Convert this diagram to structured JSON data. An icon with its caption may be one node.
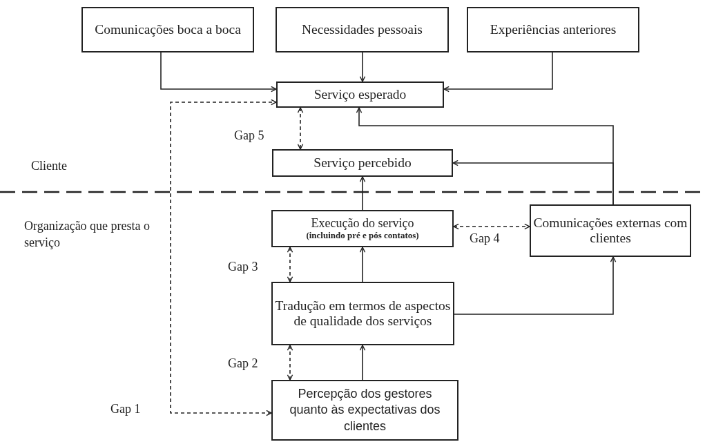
{
  "diagram": {
    "nodes": [
      {
        "text": [
          "Comunicações boca a boca"
        ]
      },
      {
        "text": [
          "Necessidades pessoais"
        ]
      },
      {
        "text": [
          "Experiências anteriores"
        ]
      },
      {
        "text": [
          "Serviço esperado"
        ]
      },
      {
        "text": [
          "Serviço percebido"
        ]
      },
      {
        "text": [
          "Execução do serviço",
          "(incluindo pré e pós contatos)"
        ]
      },
      {
        "text": [
          "Comunicações externas com clientes"
        ]
      },
      {
        "text": [
          "Tradução em termos de aspectos de qualidade dos serviços"
        ]
      },
      {
        "text": [
          "Percepção dos gestores quanto às expectativas dos clientes"
        ]
      }
    ],
    "edges": [
      {
        "from": 0,
        "to": 3,
        "arrow": "to"
      },
      {
        "from": 1,
        "to": 3,
        "arrow": "to"
      },
      {
        "from": 2,
        "to": 3,
        "arrow": "to"
      },
      {
        "from": 6,
        "to": 3,
        "arrow": "to"
      },
      {
        "from": 6,
        "to": 4,
        "arrow": "to"
      },
      {
        "from": 8,
        "to": 3,
        "arrow": "both",
        "style": "dashed",
        "label": "Gap 1"
      },
      {
        "from": 3,
        "to": 4,
        "arrow": "both",
        "style": "dashed",
        "label": "Gap 5"
      },
      {
        "from": 5,
        "to": 4,
        "arrow": "to"
      },
      {
        "from": 5,
        "to": 6,
        "arrow": "both",
        "style": "dashed",
        "label": "Gap 4"
      },
      {
        "from": 5,
        "to": 7,
        "arrow": "both",
        "style": "dashed",
        "label": "Gap 3"
      },
      {
        "from": 7,
        "to": 5,
        "arrow": "to"
      },
      {
        "from": 7,
        "to": 6,
        "arrow": "to"
      },
      {
        "from": 7,
        "to": 8,
        "arrow": "both",
        "style": "dashed",
        "label": "Gap 2"
      },
      {
        "from": 8,
        "to": 7,
        "arrow": "to"
      }
    ],
    "labels": [
      "Cliente",
      "Organização que presta o serviço"
    ]
  }
}
